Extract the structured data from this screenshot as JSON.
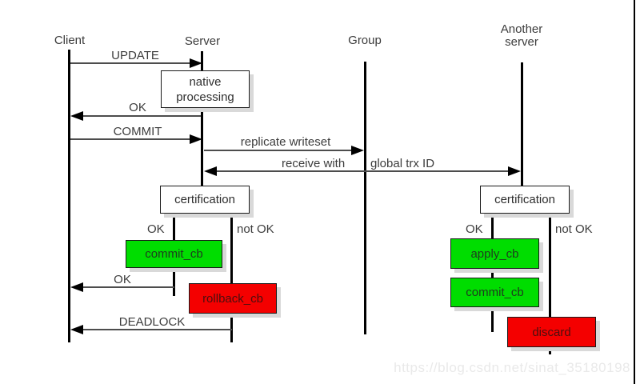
{
  "colors": {
    "green": "#00dd00",
    "red": "#f40000",
    "shadow": "#d9d9d9",
    "watermark": "#e9e9e9"
  },
  "actors": {
    "client": {
      "label": "Client"
    },
    "server": {
      "label": "Server"
    },
    "group": {
      "label": "Group"
    },
    "another_server": {
      "label_line1": "Another",
      "label_line2": "server"
    }
  },
  "messages": {
    "update": "UPDATE",
    "ok_native": "OK",
    "commit": "COMMIT",
    "replicate": "replicate writeset",
    "receive_left": "receive with",
    "receive_right": "global trx ID",
    "ok_commit": "OK",
    "deadlock": "DEADLOCK"
  },
  "boxes": {
    "native_processing_line1": "native",
    "native_processing_line2": "processing",
    "certification_server": "certification",
    "certification_another": "certification",
    "commit_cb_server": "commit_cb",
    "rollback_cb": "rollback_cb",
    "apply_cb": "apply_cb",
    "commit_cb_another": "commit_cb",
    "discard": "discard"
  },
  "branches": {
    "server_ok": "OK",
    "server_not_ok": "not OK",
    "another_ok": "OK",
    "another_not_ok": "not OK"
  },
  "watermark": "https://blog.csdn.net/sinat_35180198"
}
